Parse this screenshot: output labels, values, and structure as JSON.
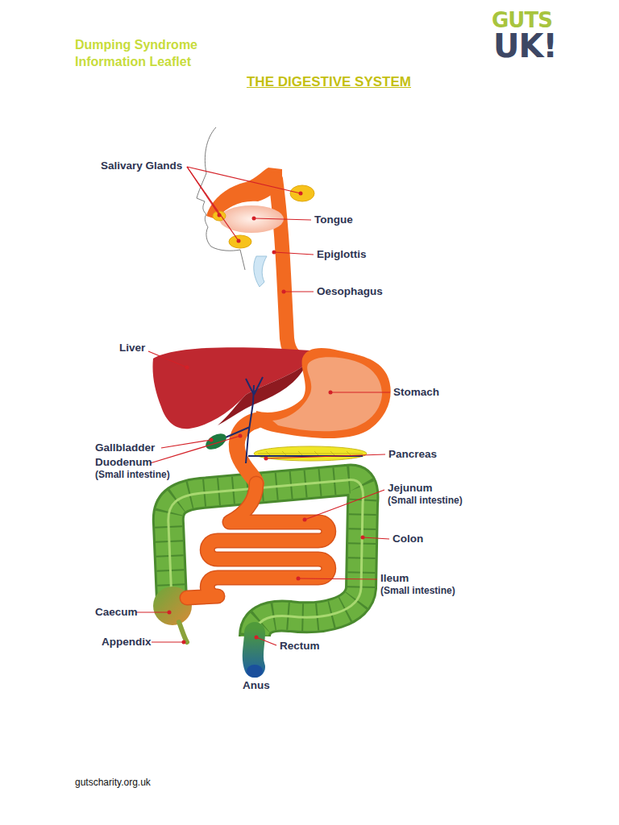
{
  "diagram": {
    "title": "THE DIGESTIVE SYSTEM",
    "labels": [
      "Dumping Syndrome Information Leaflet",
      "GUTS",
      "UK!",
      "Salivary Glands",
      "Tongue",
      "Epiglottis",
      "Oesophagus",
      "Liver",
      "Stomach",
      "Gallbladder",
      "Duodenum",
      "(Small intestine)",
      "Pancreas",
      "Jejunum",
      "(Small intestine)",
      "Colon",
      "Ileum",
      "(Small intestine)",
      "Caecum",
      "Appendix",
      "Rectum",
      "Anus",
      "gutscharity.org.uk"
    ]
  }
}
